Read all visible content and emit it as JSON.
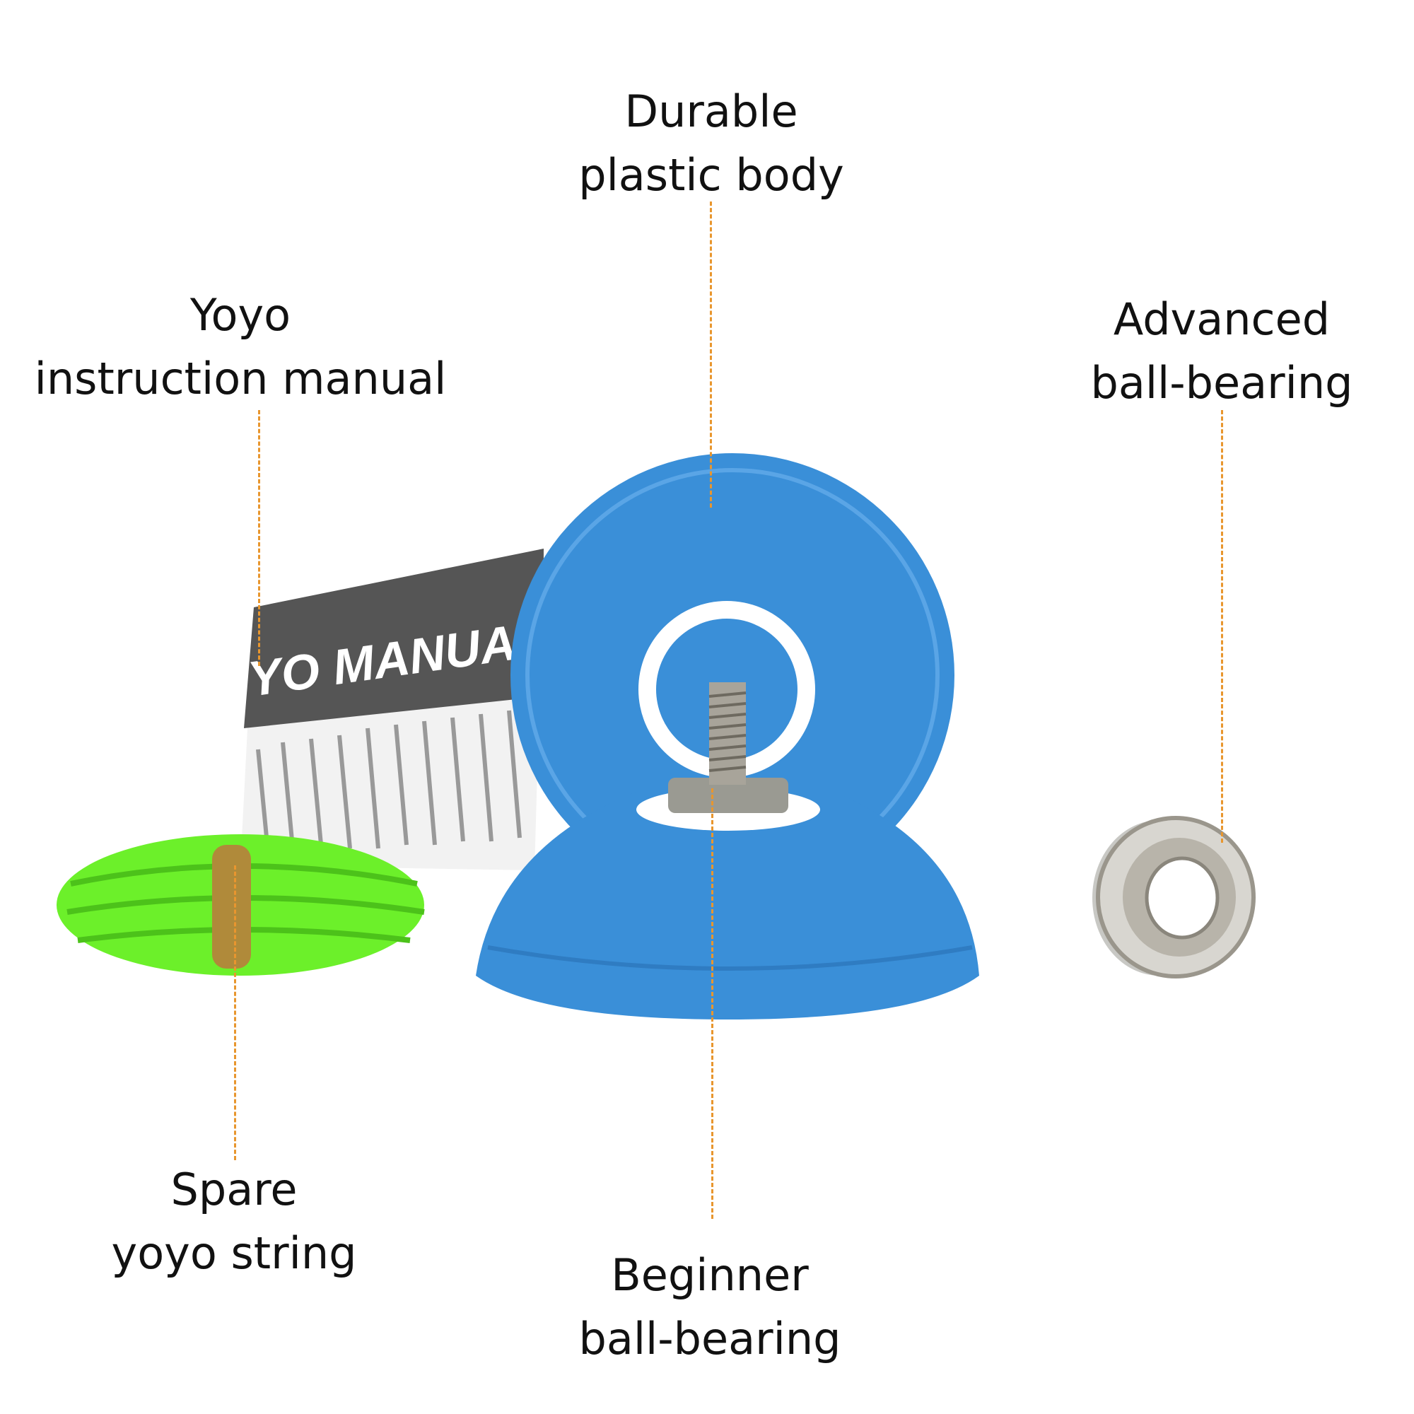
{
  "labels": {
    "body": {
      "line1": "Durable",
      "line2": "plastic body"
    },
    "manual": {
      "line1": "Yoyo",
      "line2": "instruction manual"
    },
    "advanced": {
      "line1": "Advanced",
      "line2": "ball-bearing"
    },
    "string": {
      "line1": "Spare",
      "line2": "yoyo string"
    },
    "beginner": {
      "line1": "Beginner",
      "line2": "ball-bearing"
    }
  },
  "manual_cover_text": "YO MANUAL",
  "colors": {
    "leader_line": "#e8962e",
    "yoyo_body": "#3a8fd8",
    "string": "#6cf02a"
  }
}
